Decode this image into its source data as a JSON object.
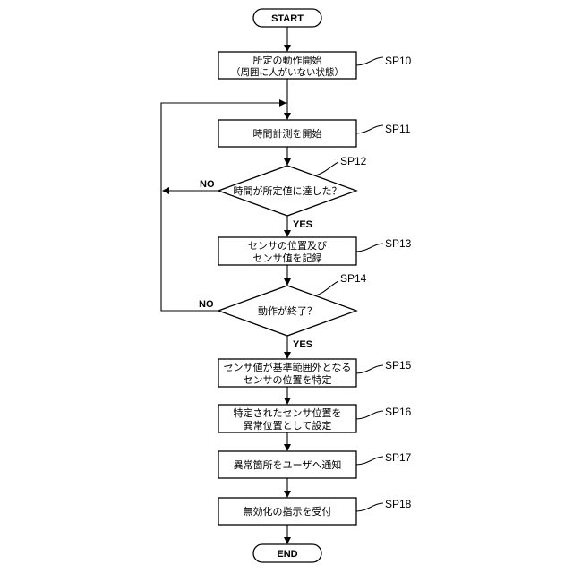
{
  "terminals": {
    "start": "START",
    "end": "END"
  },
  "steps": {
    "sp10": {
      "id": "SP10",
      "line1": "所定の動作開始",
      "line2": "（周囲に人がいない状態）"
    },
    "sp11": {
      "id": "SP11",
      "text": "時間計測を開始"
    },
    "sp12": {
      "id": "SP12",
      "text": "時間が所定値に達した？"
    },
    "sp13": {
      "id": "SP13",
      "line1": "センサの位置及び",
      "line2": "センサ値を記録"
    },
    "sp14": {
      "id": "SP14",
      "text": "動作が終了？"
    },
    "sp15": {
      "id": "SP15",
      "line1": "センサ値が基準範囲外となる",
      "line2": "センサの位置を特定"
    },
    "sp16": {
      "id": "SP16",
      "line1": "特定されたセンサ位置を",
      "line2": "異常位置として設定"
    },
    "sp17": {
      "id": "SP17",
      "text": "異常箇所をユーザへ通知"
    },
    "sp18": {
      "id": "SP18",
      "text": "無効化の指示を受付"
    }
  },
  "branches": {
    "yes": "YES",
    "no": "NO"
  }
}
